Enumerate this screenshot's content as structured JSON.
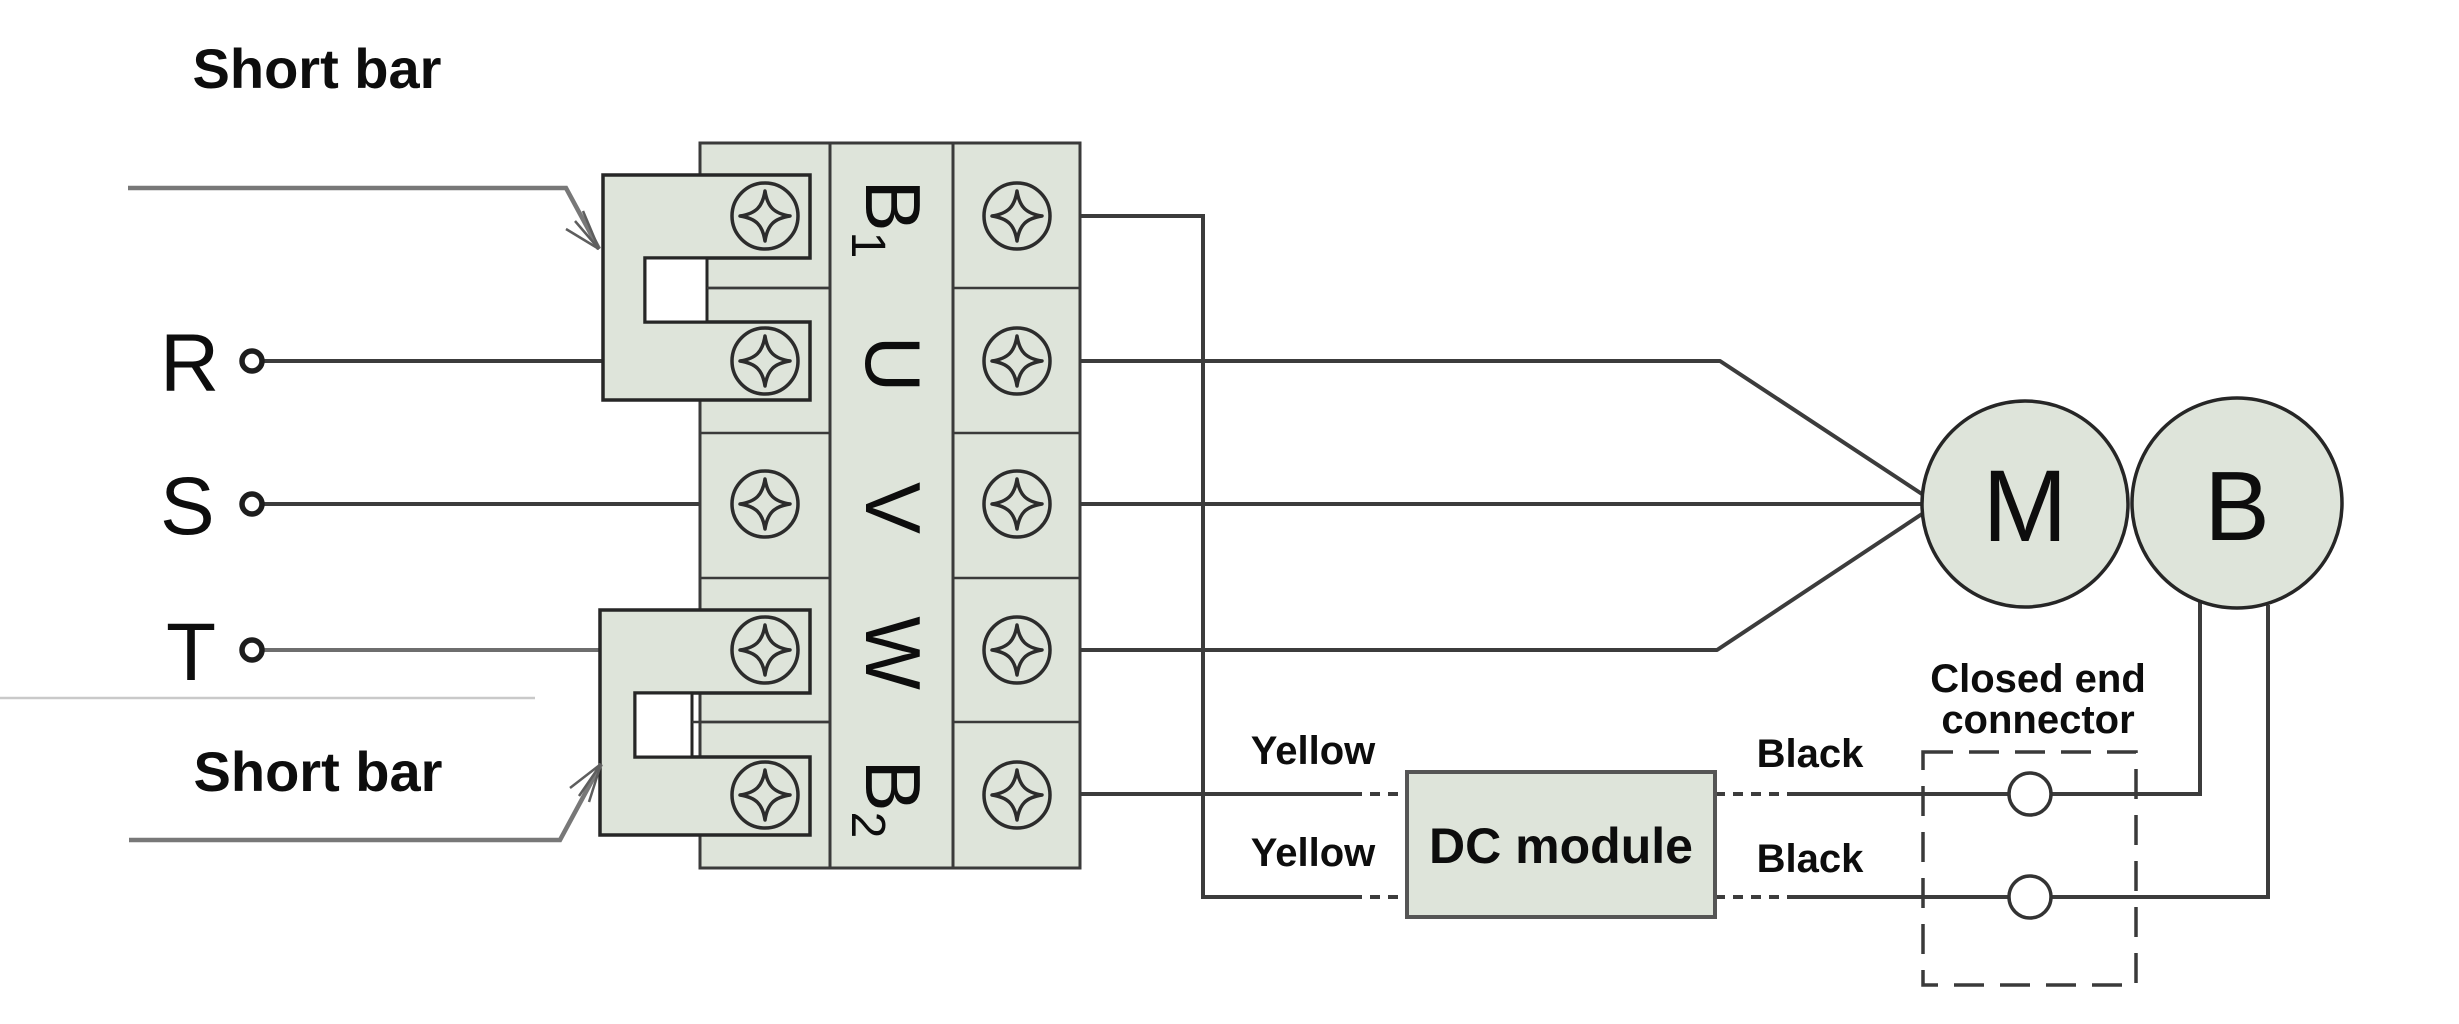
{
  "annotations": {
    "short_bar_top": "Short bar",
    "short_bar_bottom": "Short bar",
    "closed_end_connector": [
      "Closed end",
      "connector"
    ]
  },
  "power_inputs": [
    {
      "label": "R"
    },
    {
      "label": "S"
    },
    {
      "label": "T"
    }
  ],
  "terminal_block": {
    "terminals": [
      {
        "main": "B",
        "sub": "1"
      },
      {
        "main": "U",
        "sub": ""
      },
      {
        "main": "V",
        "sub": ""
      },
      {
        "main": "W",
        "sub": ""
      },
      {
        "main": "B",
        "sub": "2"
      }
    ]
  },
  "dc_module": {
    "label": "DC module"
  },
  "wire_labels": {
    "yellow": [
      "Yellow",
      "Yellow"
    ],
    "black": [
      "Black",
      "Black"
    ]
  },
  "motor": {
    "label": "M"
  },
  "brake": {
    "label": "B"
  },
  "colors": {
    "component_fill": "#dee4da",
    "wire": "#3c3c3c",
    "wire_light": "#787878",
    "border": "#3a3a3a"
  }
}
